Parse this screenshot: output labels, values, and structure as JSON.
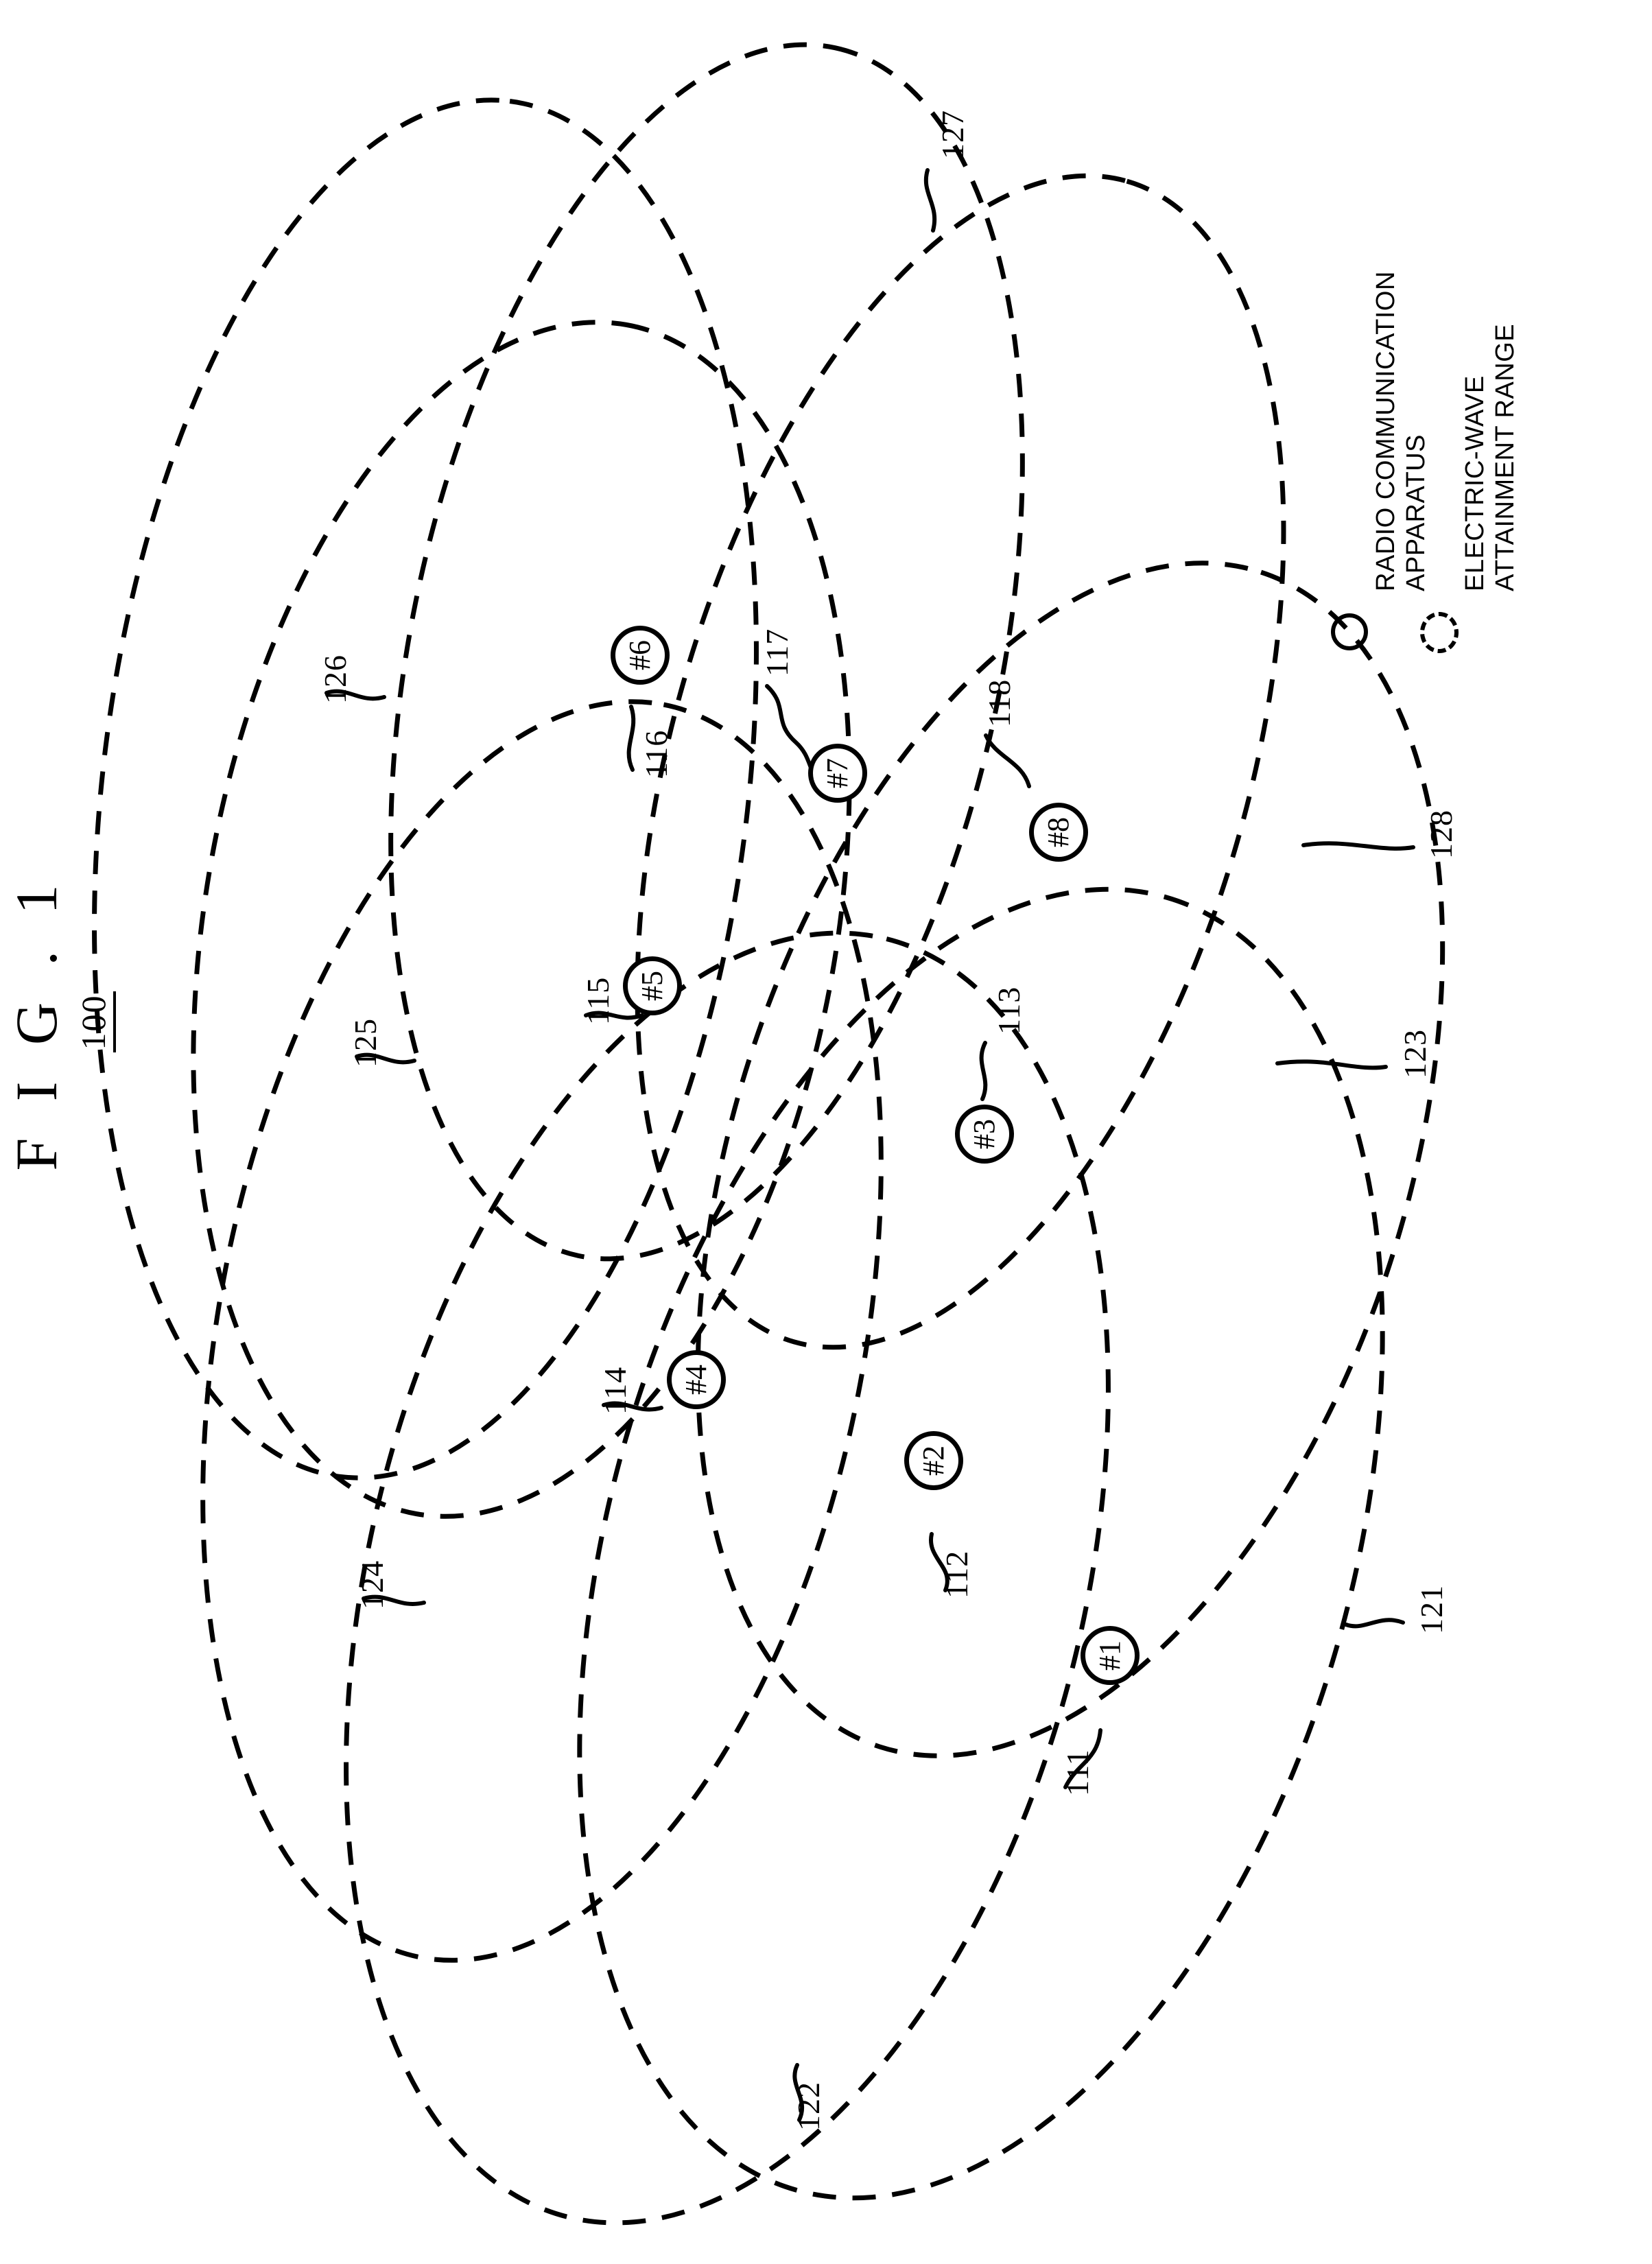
{
  "figure": {
    "title": "F I G . 1",
    "number": "100"
  },
  "legend": {
    "items": [
      {
        "symbol": "circle-outline-icon",
        "lines": [
          "RADIO COMMUNICATION",
          "APPARATUS"
        ]
      },
      {
        "symbol": "dashed-ellipse-icon",
        "lines": [
          "ELECTRIC-WAVE",
          "ATTAINMENT RANGE"
        ]
      }
    ]
  },
  "diagram": {
    "nodes": [
      {
        "id": "111",
        "label": "#1"
      },
      {
        "id": "112",
        "label": "#2"
      },
      {
        "id": "113",
        "label": "#3"
      },
      {
        "id": "114",
        "label": "#4"
      },
      {
        "id": "115",
        "label": "#5"
      },
      {
        "id": "116",
        "label": "#6"
      },
      {
        "id": "117",
        "label": "#7"
      },
      {
        "id": "118",
        "label": "#8"
      }
    ],
    "ranges": [
      {
        "id": "121"
      },
      {
        "id": "122"
      },
      {
        "id": "123"
      },
      {
        "id": "124"
      },
      {
        "id": "125"
      },
      {
        "id": "126"
      },
      {
        "id": "127"
      },
      {
        "id": "128"
      }
    ],
    "node_refs": {
      "n111": "111",
      "n112": "112",
      "n113": "113",
      "n114": "114",
      "n115": "115",
      "n116": "116",
      "n117": "117",
      "n118": "118"
    },
    "range_refs": {
      "r121": "121",
      "r122": "122",
      "r123": "123",
      "r124": "124",
      "r125": "125",
      "r126": "126",
      "r127": "127",
      "r128": "128"
    },
    "node_labels": {
      "l111": "#1",
      "l112": "#2",
      "l113": "#3",
      "l114": "#4",
      "l115": "#5",
      "l116": "#6",
      "l117": "#7",
      "l118": "#8"
    },
    "stroke_color": "#000000",
    "background_color": "#ffffff"
  }
}
